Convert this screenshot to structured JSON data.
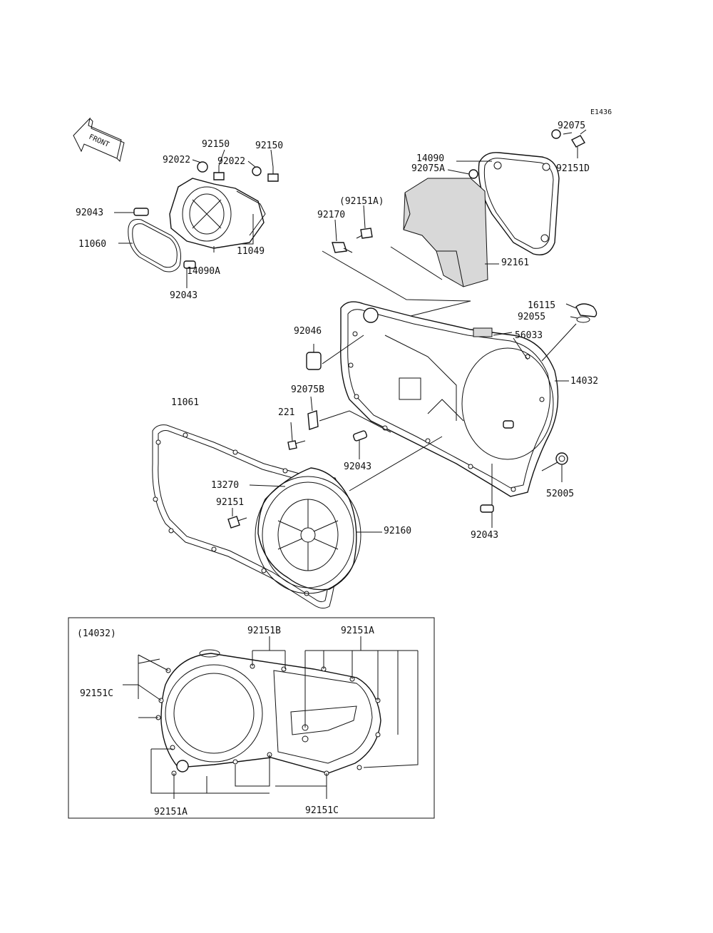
{
  "diagram_code": "E1436",
  "front_label": "FRONT",
  "callouts": {
    "c92150a": "92150",
    "c92150b": "92150",
    "c92022a": "92022",
    "c92022b": "92022",
    "c92043a": "92043",
    "c11060": "11060",
    "c11049": "11049",
    "c14090a": "14090A",
    "c92043b": "92043",
    "c92075": "92075",
    "c14090": "14090",
    "c92151d": "92151D",
    "c92075a": "92075A",
    "c92151a_p": "(92151A)",
    "c92170": "92170",
    "c92161": "92161",
    "c16115": "16115",
    "c92055": "92055",
    "c92046": "92046",
    "c56033": "56033",
    "c14032": "14032",
    "c92075b": "92075B",
    "c11061": "11061",
    "c221": "221",
    "c92043c": "92043",
    "c13270": "13270",
    "c52005": "52005",
    "c92151": "92151",
    "c92160": "92160",
    "c92043d": "92043"
  },
  "inset": {
    "title": "(14032)",
    "c92151b": "92151B",
    "c92151a_top": "92151A",
    "c92151c_left": "92151C",
    "c92151a_bottom": "92151A",
    "c92151c_bottom": "92151C"
  }
}
